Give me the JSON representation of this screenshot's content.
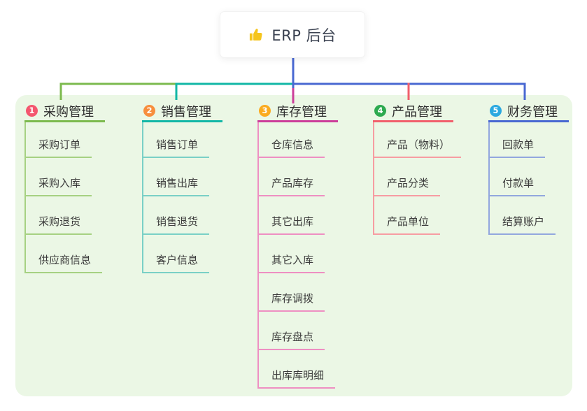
{
  "root": {
    "icon": "thumbs-up",
    "title": "ERP 后台"
  },
  "canvas": {
    "background": "#ffffff",
    "panel_bg": "#EBF7E5",
    "root_line_color": "#4968D2",
    "thumb_color": "#F5C51D"
  },
  "branches": [
    {
      "num": "1",
      "title": "采购管理",
      "badge_color": "#F4566E",
      "line_color": "#7CBA4E",
      "light_color": "#A6D182",
      "items": [
        "采购订单",
        "采购入库",
        "采购退货",
        "供应商信息"
      ]
    },
    {
      "num": "2",
      "title": "销售管理",
      "badge_color": "#F78E3D",
      "line_color": "#12B7A6",
      "light_color": "#7AD0C6",
      "items": [
        "销售订单",
        "销售出库",
        "销售退货",
        "客户信息"
      ]
    },
    {
      "num": "3",
      "title": "库存管理",
      "badge_color": "#FBAB1F",
      "line_color": "#CC3E9A",
      "light_color": "#EE8FC2",
      "items": [
        "仓库信息",
        "产品库存",
        "其它出库",
        "其它入库",
        "库存调拨",
        "库存盘点",
        "出库库明细"
      ]
    },
    {
      "num": "4",
      "title": "产品管理",
      "badge_color": "#2DAA50",
      "line_color": "#F15F6C",
      "light_color": "#F79CA2",
      "items": [
        "产品（物料）",
        "产品分类",
        "产品单位"
      ]
    },
    {
      "num": "5",
      "title": "财务管理",
      "badge_color": "#2BA9E0",
      "line_color": "#4968D2",
      "light_color": "#92A7DE",
      "items": [
        "回款单",
        "付款单",
        "结算账户"
      ]
    }
  ]
}
